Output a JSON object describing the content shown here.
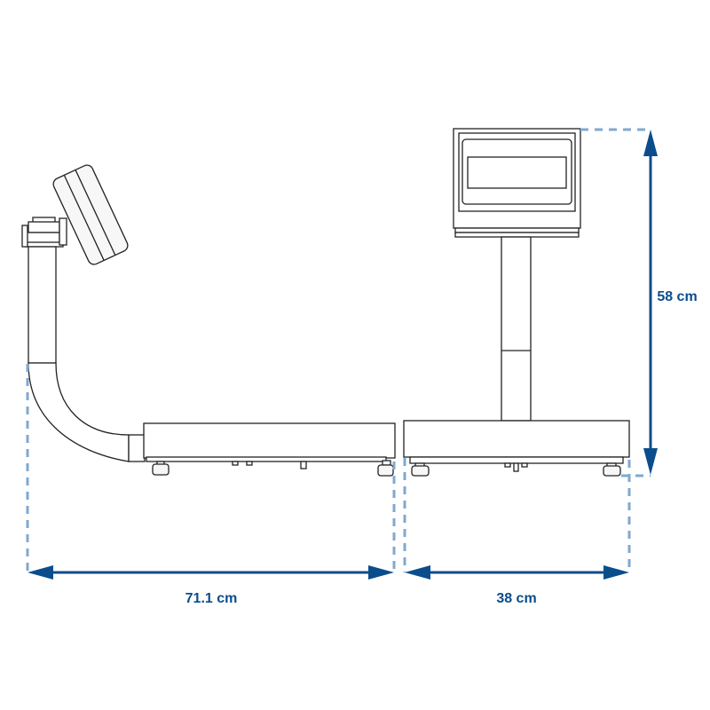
{
  "dimensions": {
    "depth_label": "71.1 cm",
    "width_label": "38 cm",
    "height_label": "58 cm"
  },
  "colors": {
    "dimension_line": "#0a4d8c",
    "extension_line": "#7fa9d0",
    "outline": "#222222"
  }
}
